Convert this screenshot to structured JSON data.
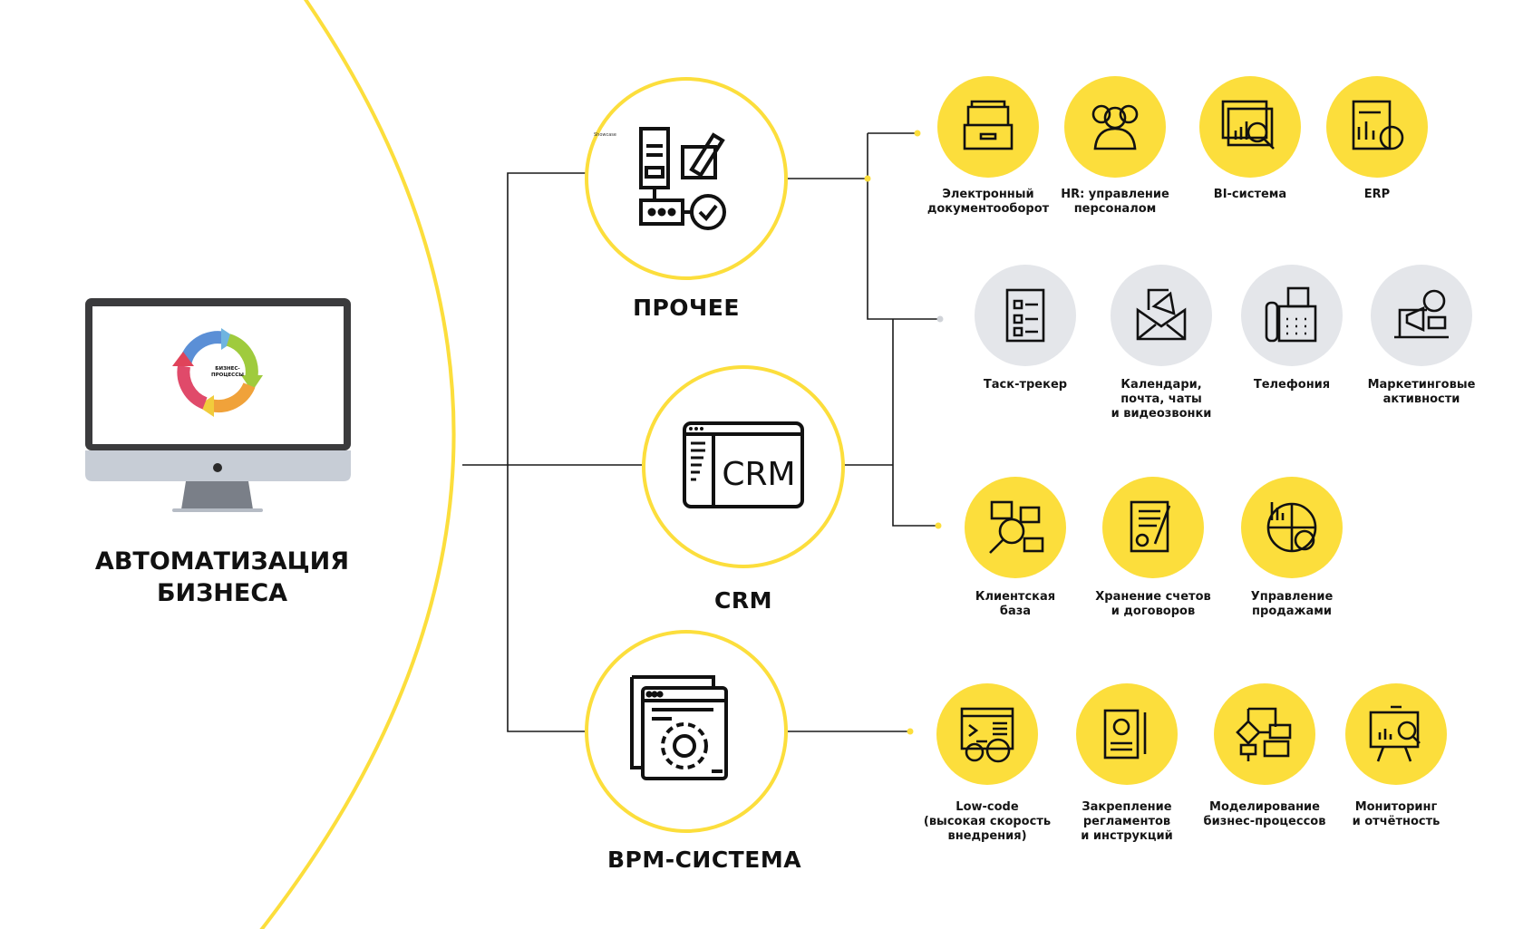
{
  "title": {
    "lines": [
      "АВТОМАТИЗАЦИЯ",
      "БИЗНЕСА"
    ]
  },
  "monitor": {
    "screen_lines": [
      "БИЗНЕС-",
      "ПРОЦЕССЫ"
    ],
    "cycle_colors": [
      "#5b8fd6",
      "#9fcb3d",
      "#f0a23a",
      "#e04a6a"
    ]
  },
  "colors": {
    "accent_yellow": "#FCDE3C",
    "gray_circle": "#E4E6EA",
    "line": "#1a1a1a",
    "gray_dot": "#d0d3d8"
  },
  "watermark": "Showcase",
  "hubs": [
    {
      "id": "other",
      "label": "ПРОЧЕЕ",
      "icon": "document-workflow-icon"
    },
    {
      "id": "crm",
      "label": "CRM",
      "icon": "crm-window-icon",
      "icon_text": "CRM"
    },
    {
      "id": "bpm",
      "label": "BPM-СИСТЕМА",
      "icon": "gear-windows-icon"
    }
  ],
  "groups": [
    {
      "id": "other-yellow",
      "style": "yellow",
      "items": [
        {
          "lines": [
            "Электронный",
            "документооборот"
          ],
          "icon": "file-drawer-icon"
        },
        {
          "lines": [
            "HR: управление",
            "персоналом"
          ],
          "icon": "people-group-icon"
        },
        {
          "lines": [
            "BI-система"
          ],
          "icon": "analytics-magnifier-icon"
        },
        {
          "lines": [
            "ERP"
          ],
          "icon": "report-chart-icon"
        }
      ]
    },
    {
      "id": "other-gray",
      "style": "gray",
      "items": [
        {
          "lines": [
            "Таск-трекер"
          ],
          "icon": "checklist-icon"
        },
        {
          "lines": [
            "Календари,",
            "почта, чаты",
            "и видеозвонки"
          ],
          "icon": "envelope-megaphone-icon"
        },
        {
          "lines": [
            "Телефония"
          ],
          "icon": "fax-phone-icon"
        },
        {
          "lines": [
            "Маркетинговые",
            "активности"
          ],
          "icon": "marketing-laptop-icon"
        }
      ]
    },
    {
      "id": "crm",
      "style": "yellow",
      "items": [
        {
          "lines": [
            "Клиентская",
            "база"
          ],
          "icon": "client-search-icon"
        },
        {
          "lines": [
            "Хранение счетов",
            "и договоров"
          ],
          "icon": "contract-pen-icon"
        },
        {
          "lines": [
            "Управление",
            "продажами"
          ],
          "icon": "sales-pie-icon"
        }
      ]
    },
    {
      "id": "bpm",
      "style": "yellow",
      "items": [
        {
          "lines": [
            "Low-code",
            "(высокая скорость",
            "внедрения)"
          ],
          "icon": "code-gears-icon"
        },
        {
          "lines": [
            "Закрепление",
            "регламентов",
            "и инструкций"
          ],
          "icon": "regulation-doc-icon"
        },
        {
          "lines": [
            "Моделирование",
            "бизнес-процессов"
          ],
          "icon": "flowchart-icon"
        },
        {
          "lines": [
            "Мониторинг",
            "и отчётность"
          ],
          "icon": "presentation-analytics-icon"
        }
      ]
    }
  ]
}
